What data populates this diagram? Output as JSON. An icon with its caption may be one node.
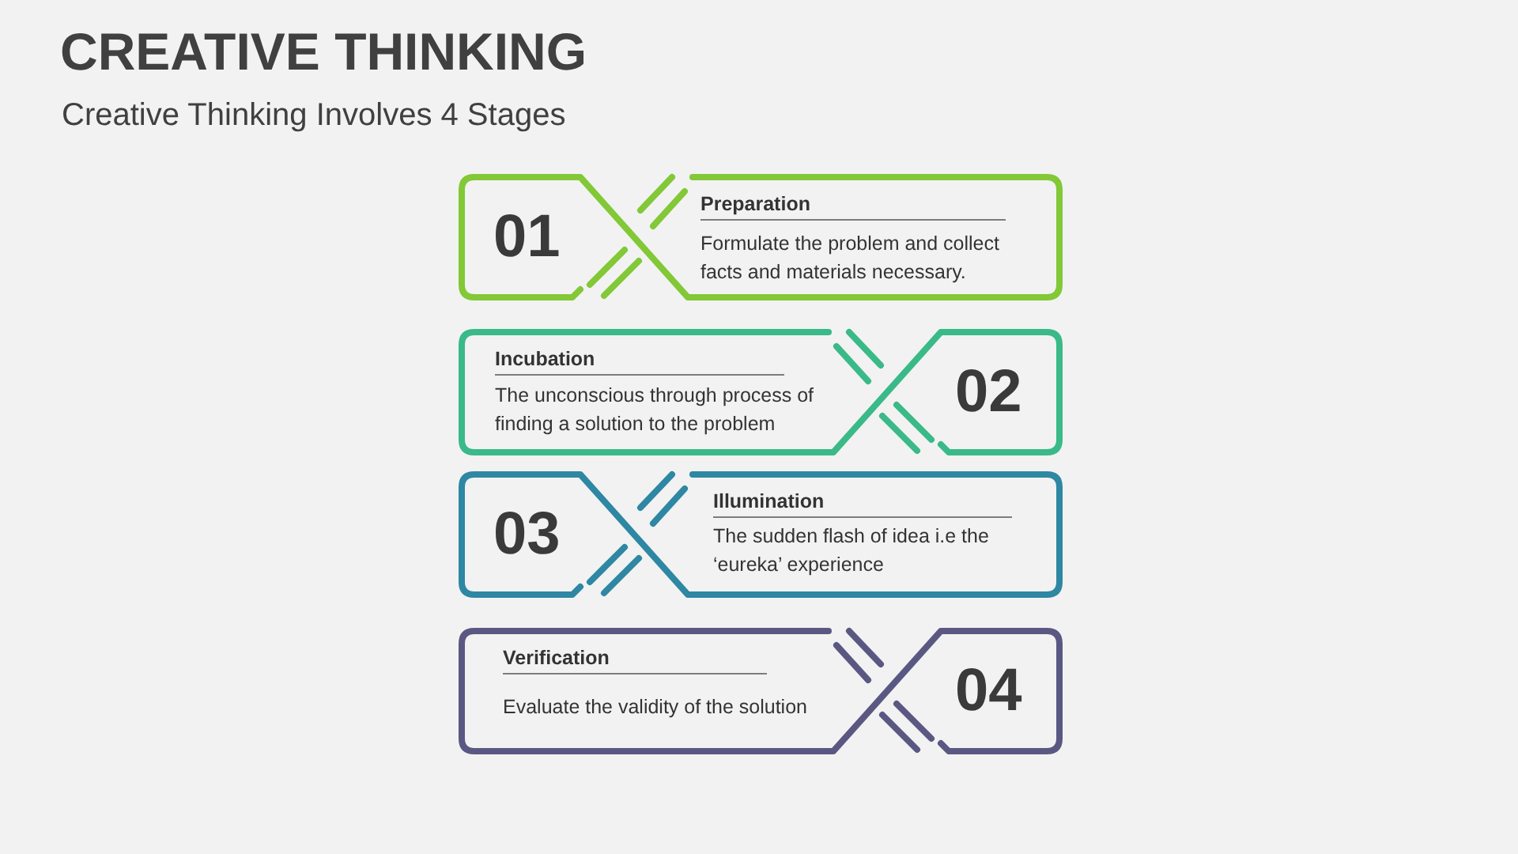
{
  "diagram": {
    "title": "CREATIVE THINKING",
    "nodes": [
      {
        "text": [
          "01",
          "Preparation",
          "Formulate the problem and collect facts and materials necessary."
        ]
      },
      {
        "text": [
          "02",
          "Incubation",
          "The unconscious through process of finding a solution to the problem"
        ]
      },
      {
        "text": [
          "03",
          "Illumination",
          "The sudden flash of idea i.e the ‘eureka’ experience"
        ]
      },
      {
        "text": [
          "04",
          "Verification",
          "Evaluate the validity of the solution"
        ]
      }
    ],
    "labels": [
      "Creative Thinking Involves 4 Stages"
    ]
  }
}
